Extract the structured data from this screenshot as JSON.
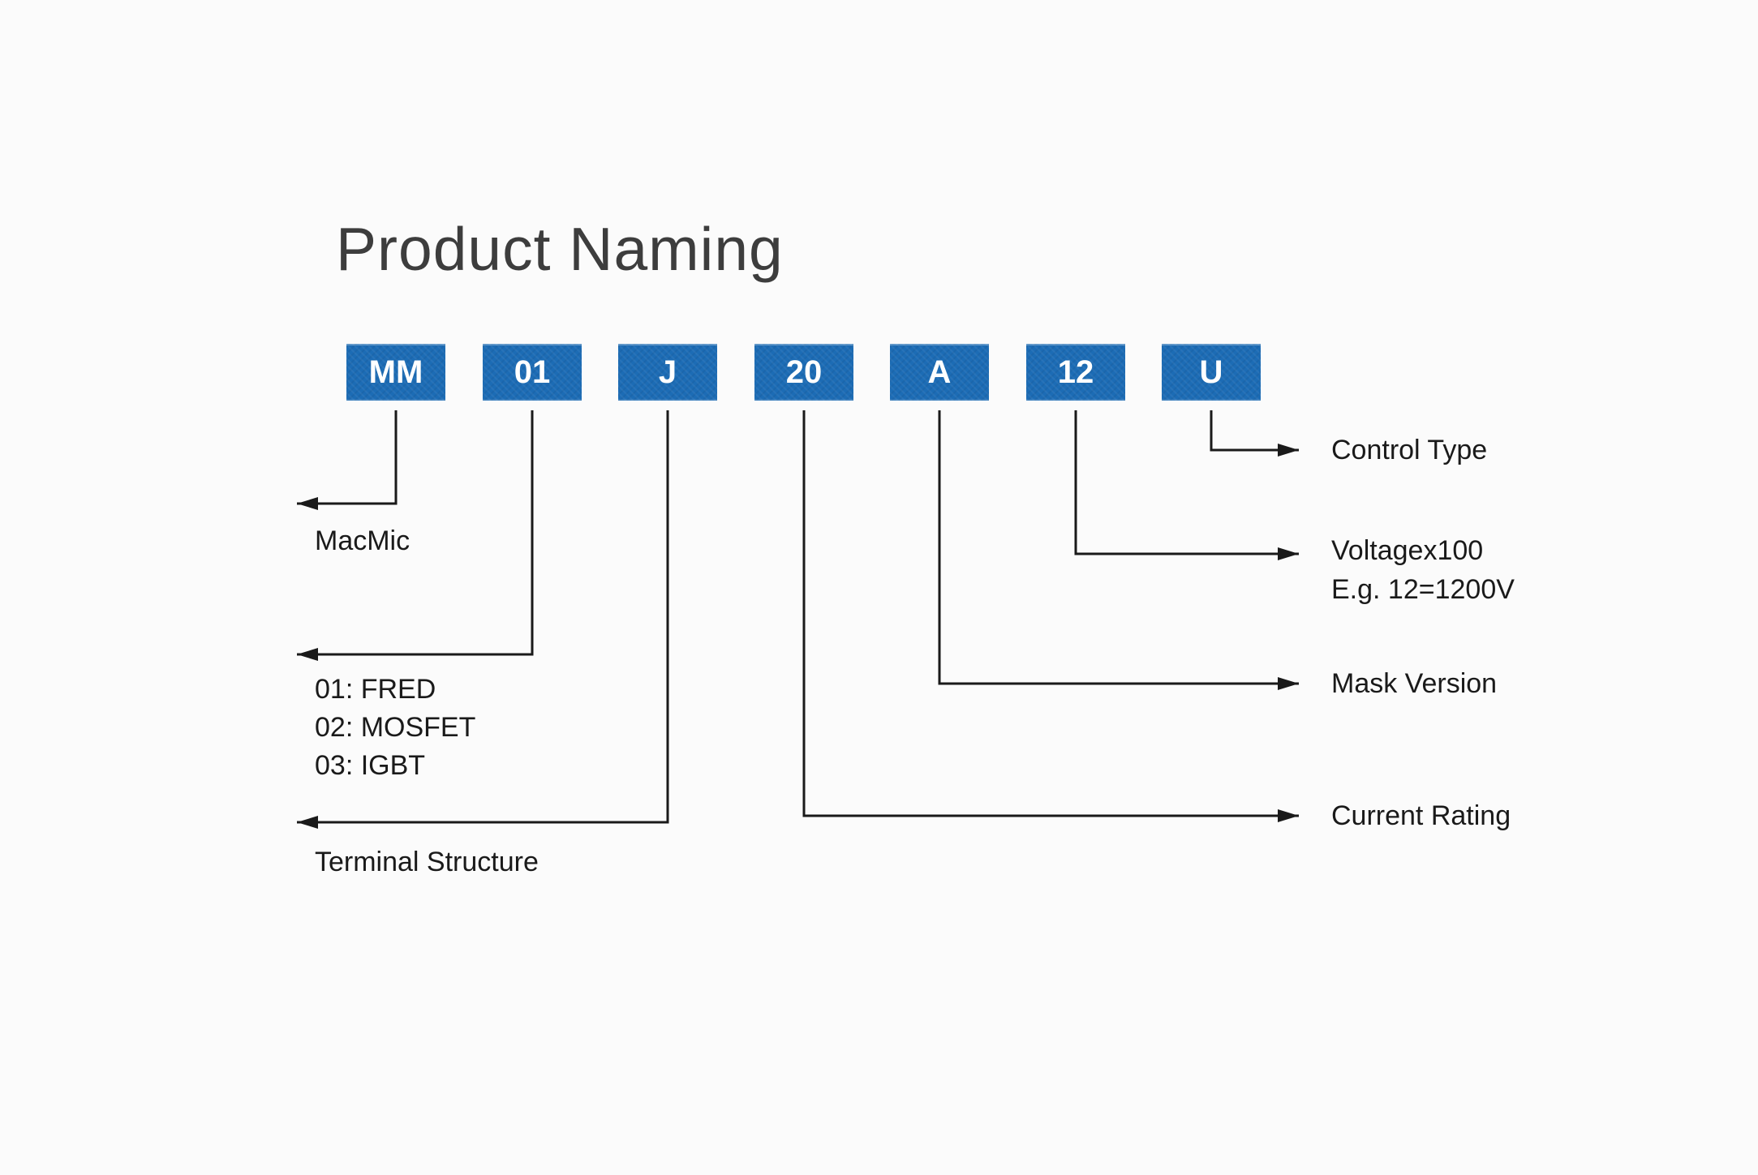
{
  "title": "Product Naming",
  "code_segments": [
    "MM",
    "01",
    "J",
    "20",
    "A",
    "12",
    "U"
  ],
  "callouts": {
    "macmic": [
      "MacMic"
    ],
    "device_types": [
      "01: FRED",
      "02: MOSFET",
      "03: IGBT"
    ],
    "terminal": [
      "Terminal Structure"
    ],
    "control": [
      "Control Type"
    ],
    "voltage": [
      "Voltagex100",
      "E.g. 12=1200V"
    ],
    "mask": [
      "Mask Version"
    ],
    "current": [
      "Current Rating"
    ]
  },
  "colors": {
    "box_fill": "#1c6cb5",
    "box_text": "#ffffff",
    "line": "#1a1a1a",
    "title": "#3d3d3d",
    "background": "#fbfbfb"
  }
}
